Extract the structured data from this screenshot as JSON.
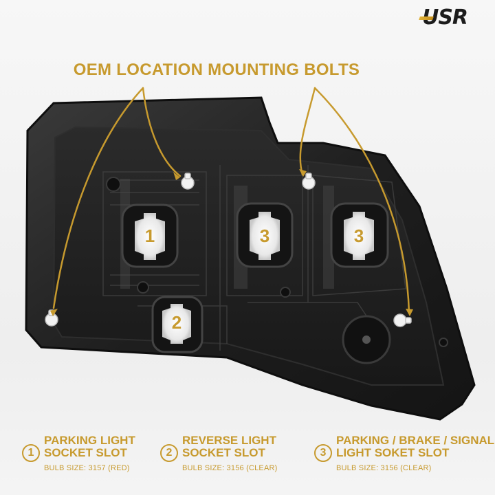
{
  "brand": {
    "logo_text": "USR"
  },
  "headline": "OEM LOCATION MOUNTING BOLTS",
  "socket_labels": [
    "1",
    "3",
    "3",
    "2"
  ],
  "legend": [
    {
      "number": "1",
      "title_line1": "PARKING LIGHT",
      "title_line2": "SOCKET SLOT",
      "bulb": "BULB SIZE: 3157 (RED)"
    },
    {
      "number": "2",
      "title_line1": "REVERSE LIGHT",
      "title_line2": "SOCKET SLOT",
      "bulb": "BULB SIZE: 3156 (CLEAR)"
    },
    {
      "number": "3",
      "title_line1": "PARKING / BRAKE / SIGNAL",
      "title_line2": "LIGHT SOKET SLOT",
      "bulb": "BULB SIZE: 3156 (CLEAR)"
    }
  ],
  "colors": {
    "accent": "#c79a2e",
    "housing": "#1f1f1f",
    "background": "#f2f2f2"
  }
}
